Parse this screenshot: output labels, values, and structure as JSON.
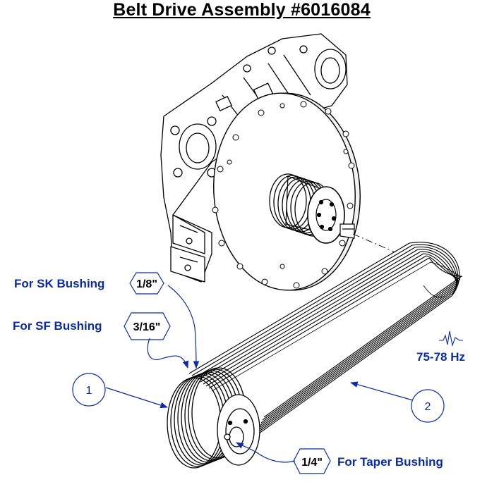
{
  "title": "Belt Drive Assembly #6016084",
  "callouts": [
    {
      "number": "1"
    },
    {
      "number": "2"
    }
  ],
  "bushings": [
    {
      "label": "For SK Bushing",
      "size": "1/8\""
    },
    {
      "label": "For SF Bushing",
      "size": "3/16\""
    },
    {
      "label": "For Taper Bushing",
      "size": "1/4\""
    }
  ],
  "frequency": {
    "text": "75-78 Hz",
    "icon": "frequency-wave-icon"
  },
  "colors": {
    "annotation": "#0b2ba8",
    "drawing": "#000000"
  }
}
